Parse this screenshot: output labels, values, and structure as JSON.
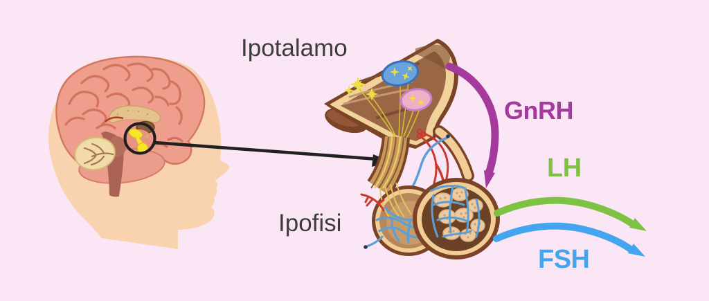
{
  "labels": {
    "hypothalamus": "Ipotalamo",
    "pituitary": "Ipofisi"
  },
  "hormones": [
    {
      "label": "GnRH",
      "color": "#A43A9B"
    },
    {
      "label": "LH",
      "color": "#7DC242"
    },
    {
      "label": "FSH",
      "color": "#44A5EF"
    }
  ],
  "colors": {
    "background": "#FBE6F6",
    "label_text": "#3C3C3C",
    "pointer_arrow": "#212121"
  }
}
